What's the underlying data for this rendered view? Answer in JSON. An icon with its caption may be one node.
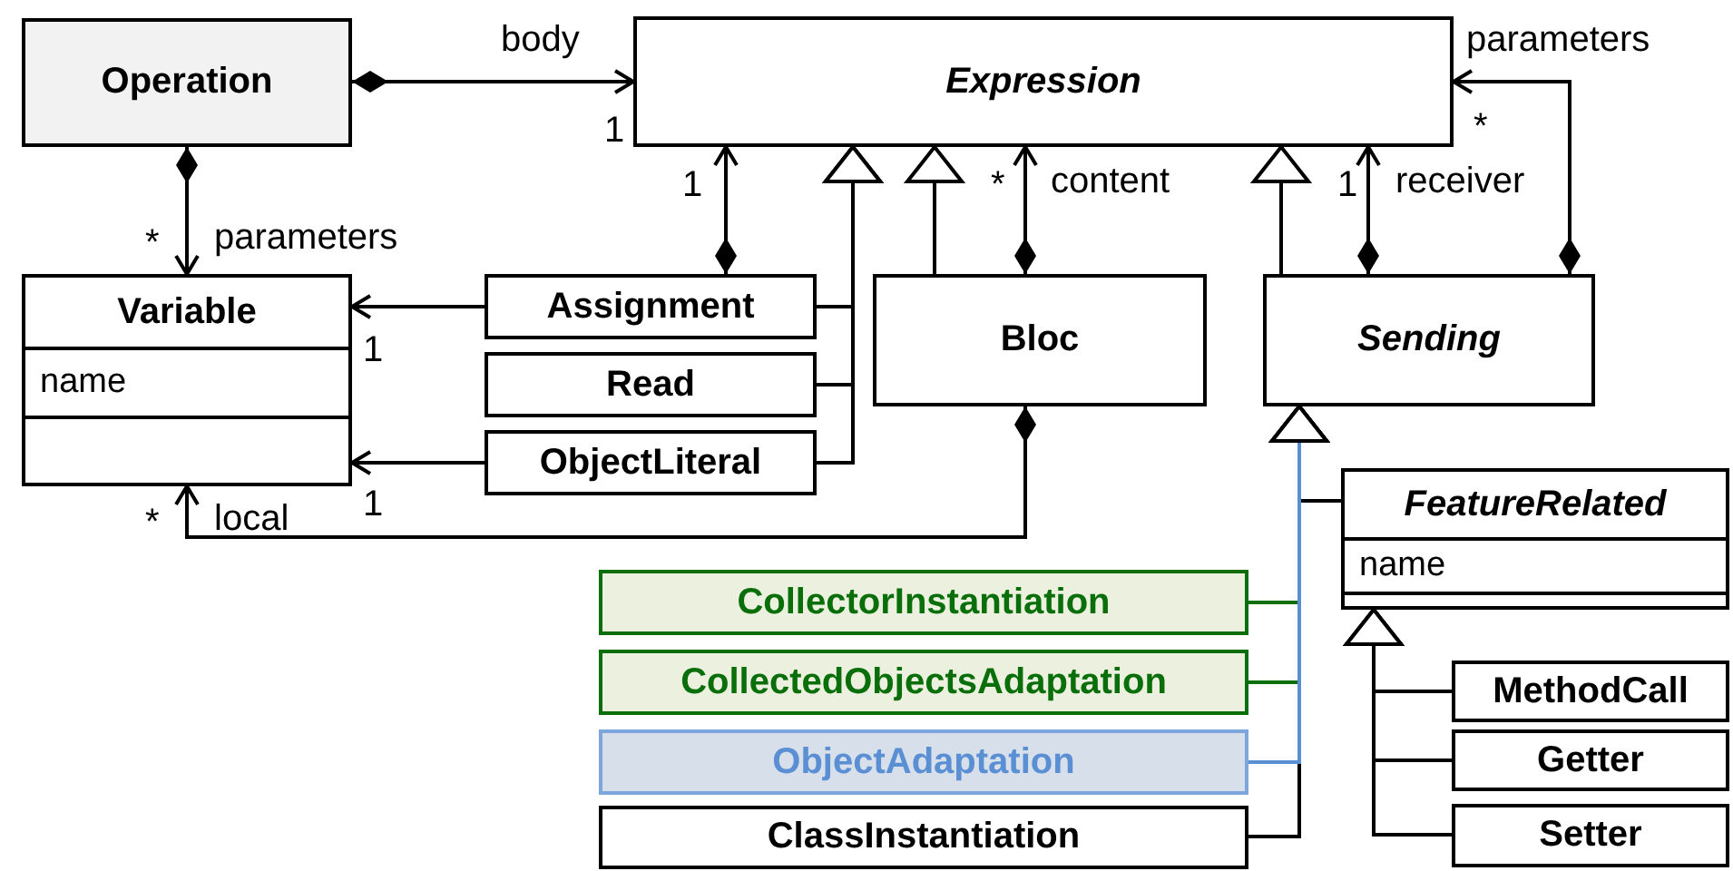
{
  "diagram": {
    "nodes": [
      {
        "text": [
          "Operation"
        ]
      },
      {
        "text": [
          "Expression"
        ]
      },
      {
        "text": [
          "Variable",
          "name"
        ]
      },
      {
        "text": [
          "Assignment"
        ]
      },
      {
        "text": [
          "Read"
        ]
      },
      {
        "text": [
          "ObjectLiteral"
        ]
      },
      {
        "text": [
          "Bloc"
        ]
      },
      {
        "text": [
          "Sending"
        ]
      },
      {
        "text": [
          "FeatureRelated",
          "name"
        ]
      },
      {
        "text": [
          "CollectorInstantiation"
        ]
      },
      {
        "text": [
          "CollectedObjectsAdaptation"
        ]
      },
      {
        "text": [
          "ObjectAdaptation"
        ]
      },
      {
        "text": [
          "ClassInstantiation"
        ]
      },
      {
        "text": [
          "MethodCall"
        ]
      },
      {
        "text": [
          "Getter"
        ]
      },
      {
        "text": [
          "Setter"
        ]
      }
    ],
    "edges": [
      {
        "from": 0,
        "to": 1,
        "arrow": "to",
        "label": "body"
      },
      {
        "from": 0,
        "to": 2,
        "arrow": "to",
        "label": "parameters"
      },
      {
        "from": 3,
        "to": 1,
        "arrow": "to"
      },
      {
        "from": 6,
        "to": 1,
        "arrow": "to",
        "label": "content"
      },
      {
        "from": 7,
        "to": 1,
        "arrow": "to",
        "label": "receiver"
      },
      {
        "from": 7,
        "to": 1,
        "arrow": "to",
        "label": "parameters"
      },
      {
        "from": 3,
        "to": 2,
        "arrow": "to"
      },
      {
        "from": 5,
        "to": 2,
        "arrow": "to"
      },
      {
        "from": 6,
        "to": 2,
        "arrow": "to",
        "label": "local"
      },
      {
        "from": 3,
        "to": 1,
        "arrow": "to"
      },
      {
        "from": 4,
        "to": 1,
        "arrow": "to"
      },
      {
        "from": 5,
        "to": 1,
        "arrow": "to"
      },
      {
        "from": 6,
        "to": 1,
        "arrow": "to"
      },
      {
        "from": 7,
        "to": 1,
        "arrow": "to"
      },
      {
        "from": 8,
        "to": 7,
        "arrow": "to"
      },
      {
        "from": 9,
        "to": 7,
        "arrow": "to",
        "color": "#0a6e0a"
      },
      {
        "from": 10,
        "to": 7,
        "arrow": "to",
        "color": "#0a6e0a"
      },
      {
        "from": 11,
        "to": 7,
        "arrow": "to",
        "color": "#5b8fd4"
      },
      {
        "from": 12,
        "to": 7,
        "arrow": "to"
      },
      {
        "from": 13,
        "to": 8,
        "arrow": "to"
      },
      {
        "from": 14,
        "to": 8,
        "arrow": "to"
      },
      {
        "from": 15,
        "to": 8,
        "arrow": "to"
      }
    ],
    "labels": [
      "1",
      "*",
      "1",
      "*",
      "1",
      "*",
      "1",
      "1",
      "*"
    ]
  }
}
